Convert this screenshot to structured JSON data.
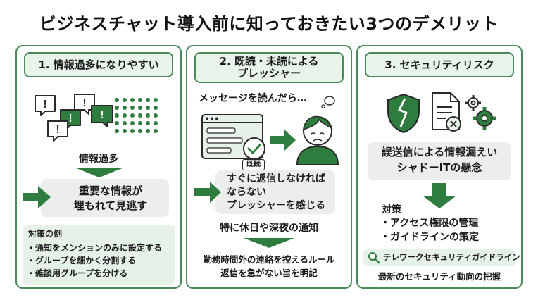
{
  "title": "ビジネスチャット導入前に知っておきたい3つのデメリット",
  "panels": [
    {
      "heading": "1. 情報過多になりやすい",
      "label": "情報過多",
      "result": [
        "重要な情報が",
        "埋もれて見逃す"
      ],
      "measures_title": "対策の例",
      "measures": [
        "・通知をメンションのみに設定する",
        "・グループを細かく分割する",
        "・雑談用グループを分ける"
      ]
    },
    {
      "heading": [
        "2. 既読・未読による",
        "プレッシャー"
      ],
      "thought": "メッセージを読んだら…",
      "badge": "既読",
      "result": [
        "すぐに返信しなければ",
        "ならない",
        "プレッシャーを感じる"
      ],
      "note": "特に休日や深夜の通知",
      "measures": [
        "勤務時間外の連絡を控えるルール",
        "返信を急がない旨を明記"
      ]
    },
    {
      "heading": "3. セキュリティリスク",
      "risk": [
        "誤送信による情報漏えい",
        "シャドーITの懸念"
      ],
      "measures_title": "対策",
      "measures": [
        "・アクセス権限の管理",
        "・ガイドラインの策定"
      ],
      "guide": "テレワークセキュリティガイドライン",
      "footer": "最新のセキュリティ動向の把握"
    }
  ],
  "colors": {
    "accent": "#2f7d3e",
    "border": "#4a8a5a",
    "light": "#e6f1e8",
    "grey": "#eceeec"
  }
}
